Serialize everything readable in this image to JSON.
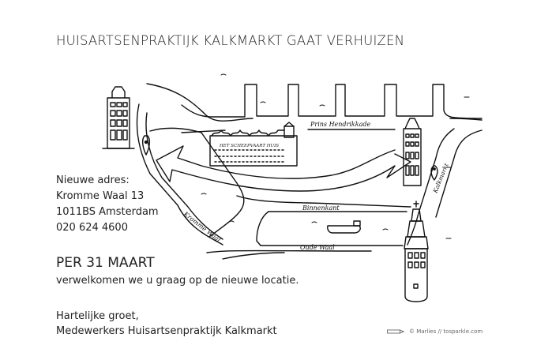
{
  "header": {
    "title": "HUISARTSENPRAKTIJK KALKMARKT GAAT VERHUIZEN"
  },
  "address": {
    "label": "Nieuwe adres:",
    "street": "Kromme Waal 13",
    "city": "1011BS Amsterdam",
    "phone": "020 624 4600"
  },
  "announcement": {
    "date": "PER 31 MAART",
    "message": "verwelkomen we u graag op de nieuwe locatie."
  },
  "closing": {
    "greeting": "Hartelijke groet,",
    "signature": "Medewerkers Huisartsenpraktijk Kalkmarkt"
  },
  "credit": {
    "icon": "pencil-icon",
    "text": "© Marlies  //  tosparkle.com"
  },
  "map": {
    "streets": {
      "prins_hendrikkade": "Prins Hendrikkade",
      "binnenkant": "Binnenkant",
      "oude_waal": "Oude Waal",
      "kromme_waal": "Kromme Waal",
      "kalkmarkt": "Kalkmarkt"
    },
    "landmarks": {
      "scheepvaarthuis": "HET SCHEEPVAART HUIS"
    },
    "icons": [
      "location-pin-icon",
      "location-pin-icon",
      "arrow-icon",
      "canal-house-icon",
      "tower-icon",
      "boat-icon"
    ]
  }
}
